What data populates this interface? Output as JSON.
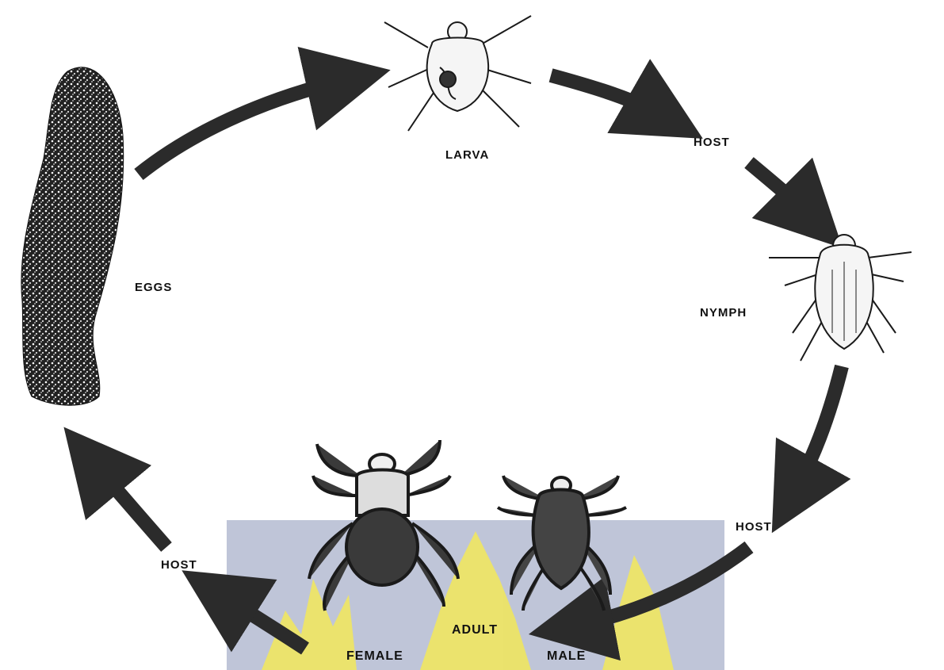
{
  "labels": {
    "larva": "LARVA",
    "host_after_larva": "HOST",
    "nymph": "NYMPH",
    "host_after_nymph": "HOST",
    "adult": "ADULT",
    "female": "FEMALE",
    "male": "MALE",
    "host_after_adult": "HOST",
    "eggs": "EGGS"
  },
  "colors": {
    "arrow": "#2b2b2b",
    "ink": "#1a1a1a",
    "watermark_panel": "#8a96b8",
    "watermark_flame": "#f2e85a"
  },
  "icons": [
    "egg-mass-icon",
    "larva-tick-icon",
    "nymph-tick-icon",
    "female-tick-icon",
    "male-tick-icon",
    "logo-watermark"
  ]
}
